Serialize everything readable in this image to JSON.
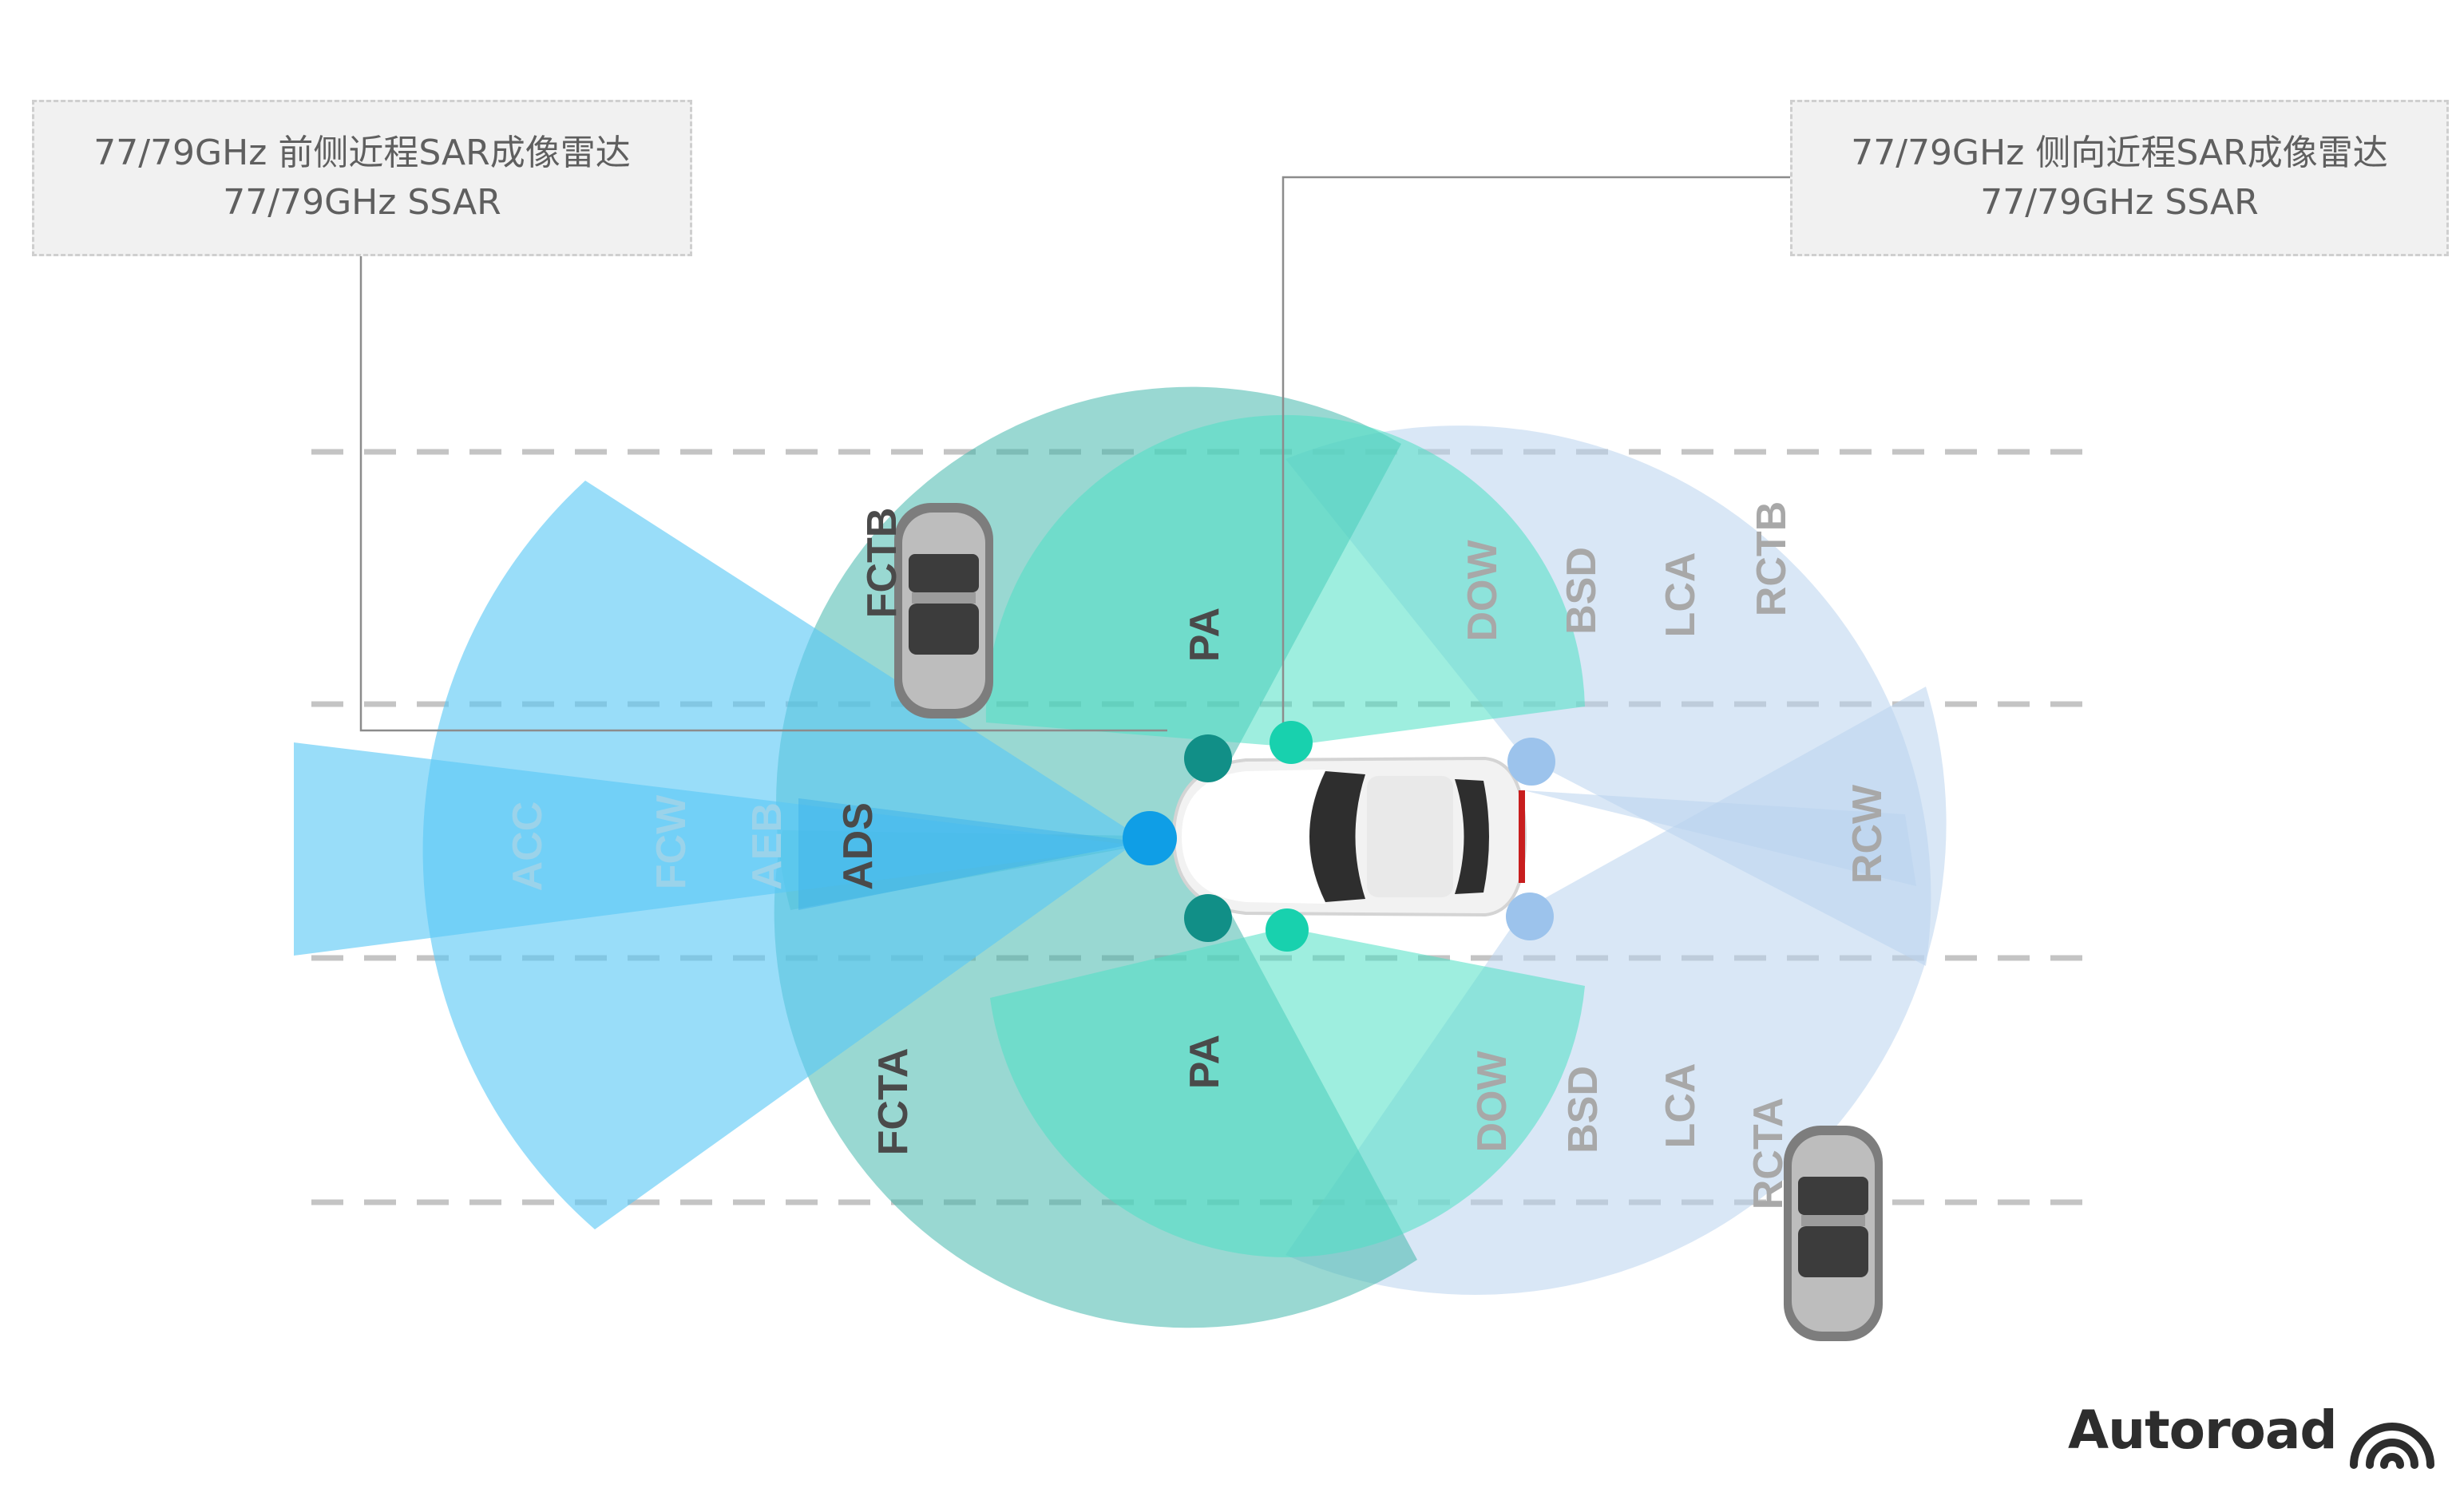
{
  "callouts": {
    "front": {
      "line1": "77/79GHz 前侧近程SAR成像雷达",
      "line2": "77/79GHz SSAR"
    },
    "side": {
      "line1": "77/79GHz 侧向近程SAR成像雷达",
      "line2": "77/79GHz SSAR"
    }
  },
  "zone_labels": {
    "acc": "ACC",
    "fcw": "FCW",
    "aeb": "AEB",
    "ads": "ADS",
    "fctb": "FCTB",
    "fcta": "FCTA",
    "pa_top": "PA",
    "pa_bottom": "PA",
    "dow_top": "DOW",
    "bsd_top": "BSD",
    "lca_top": "LCA",
    "rctb": "RCTB",
    "dow_bottom": "DOW",
    "bsd_bottom": "BSD",
    "lca_bottom": "LCA",
    "rcta": "RCTA",
    "rcw": "RCW"
  },
  "brand": {
    "name": "Autoroad",
    "logo_icon": "signal-arcs-icon"
  },
  "colors": {
    "long_range": "#5ac8f5",
    "front_side": "#45b8ad",
    "parking": "#4fe0c4",
    "rear_side": "#b9d4ee",
    "dark_label": "#4a4a4a",
    "light_label": "#a8a8a8"
  }
}
